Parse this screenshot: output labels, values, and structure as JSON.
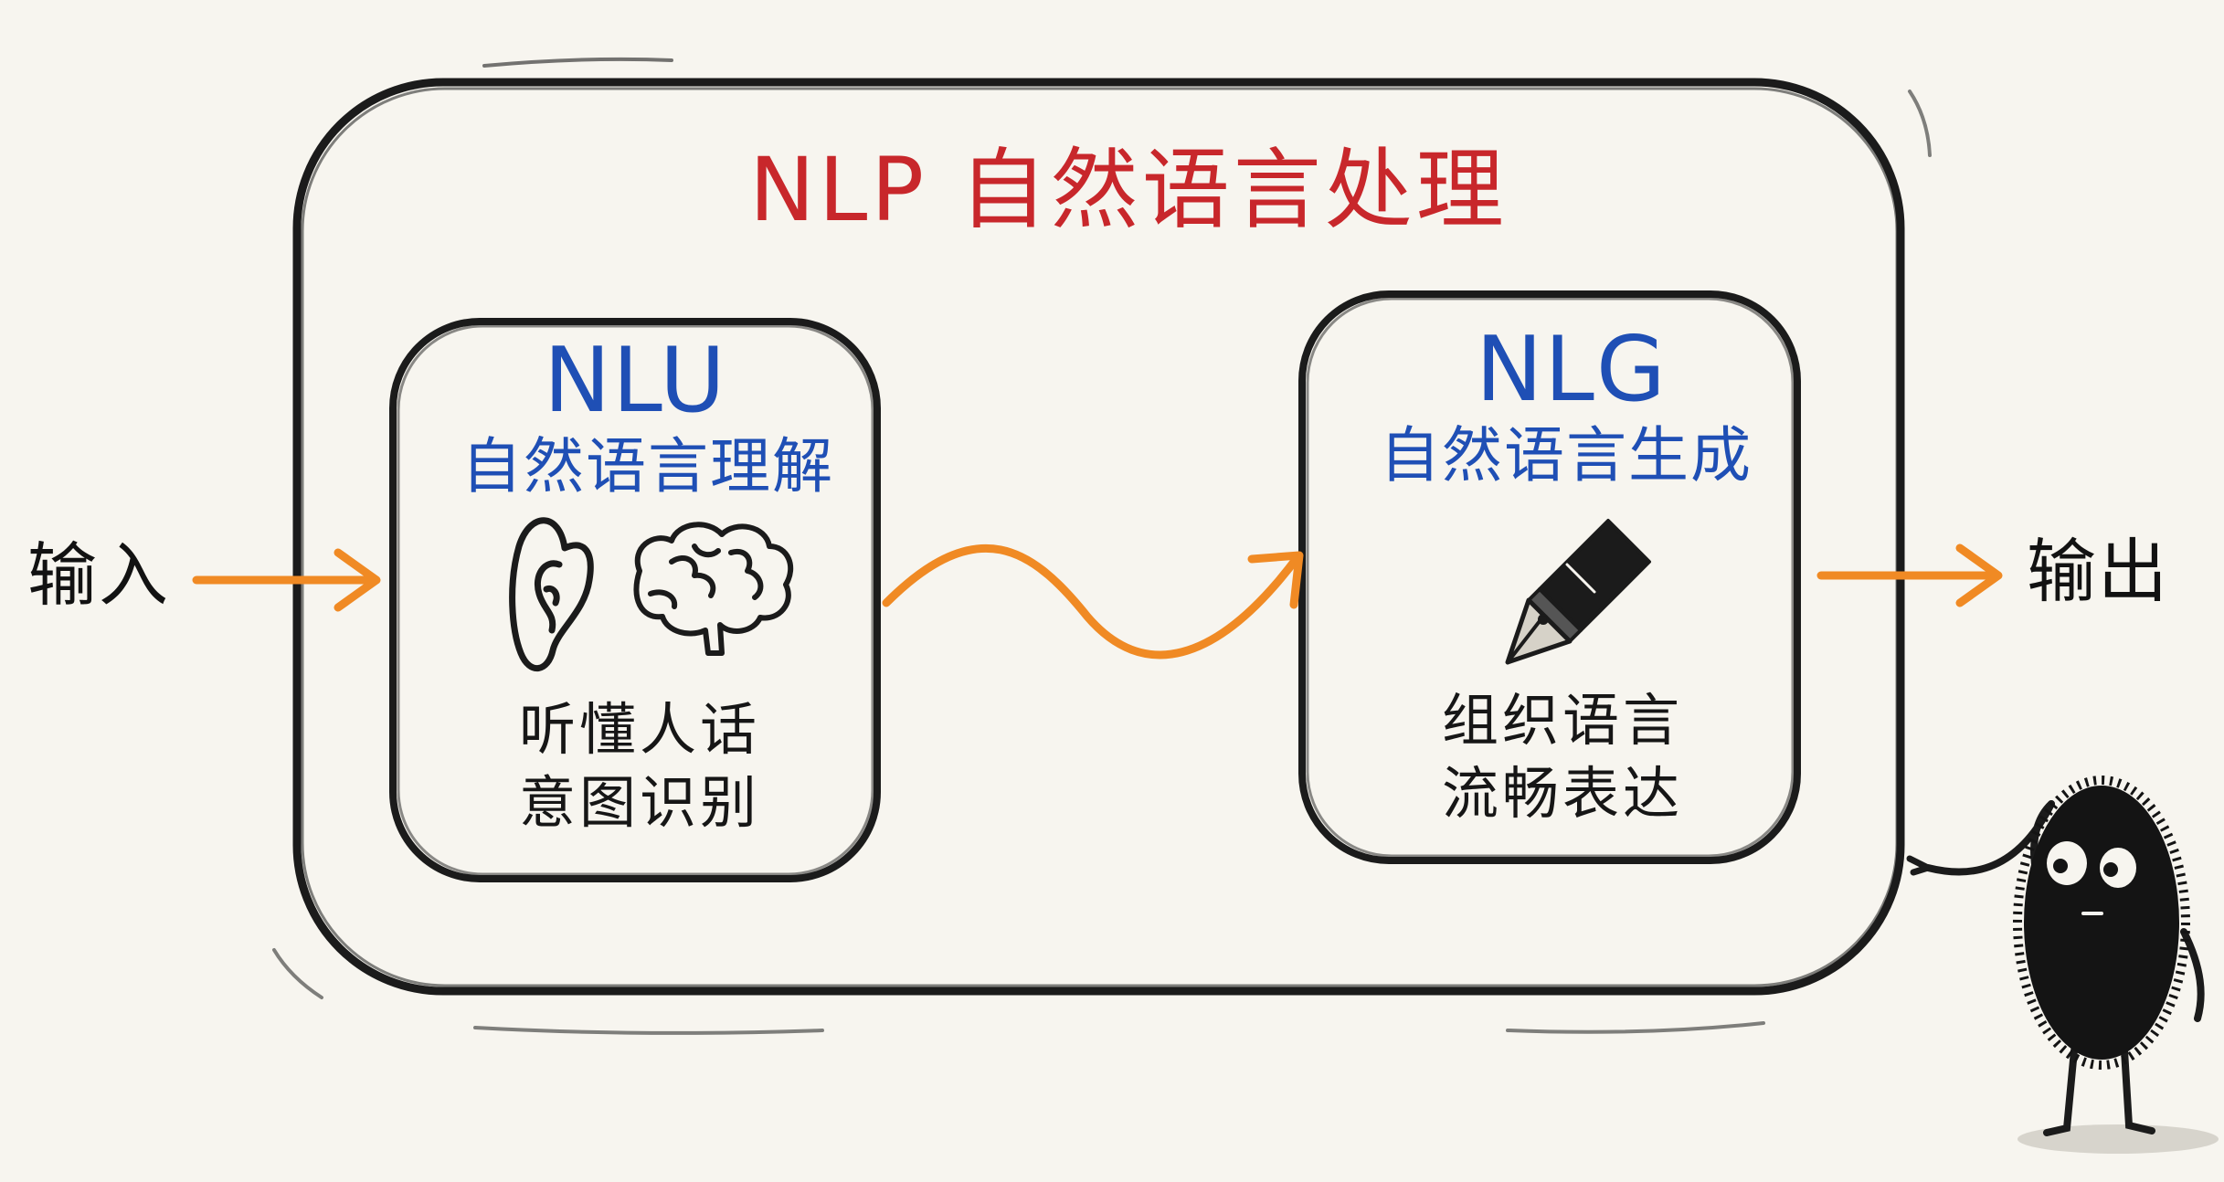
{
  "diagram": {
    "title": "NLP 自然语言处理",
    "input_label": "输入",
    "output_label": "输出",
    "nlu": {
      "abbr": "NLU",
      "name": "自然语言理解",
      "desc_line1": "听懂人话",
      "desc_line2": "意图识别",
      "icons": [
        "ear-icon",
        "brain-icon"
      ]
    },
    "nlg": {
      "abbr": "NLG",
      "name": "自然语言生成",
      "desc_line1": "组织语言",
      "desc_line2": "流畅表达",
      "icons": [
        "fountain-pen-icon"
      ]
    }
  },
  "colors": {
    "title": "#c8272b",
    "module_text": "#1f4fb5",
    "arrow": "#f08a24",
    "stroke": "#1b1b1b",
    "background": "#f7f5ef"
  }
}
